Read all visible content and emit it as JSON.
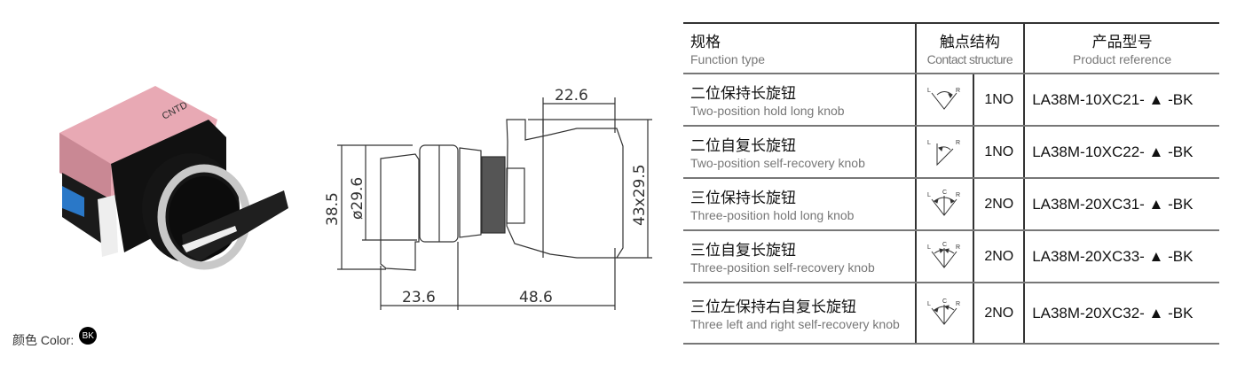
{
  "color": {
    "label": "颜色 Color:",
    "swatch": "BK",
    "swatch_color": "#000000"
  },
  "dimensions": {
    "d1": "22.6",
    "d2": "38.5",
    "d3": "ø29.6",
    "d4": "43x29.5",
    "d5": "23.6",
    "d6": "48.6"
  },
  "product_label": "CNTD",
  "table": {
    "headers": [
      {
        "cn": "规格",
        "en": "Function type"
      },
      {
        "cn": "触点结构",
        "en": "Contact structure"
      },
      {
        "cn": "产品型号",
        "en": "Product reference"
      }
    ],
    "rows": [
      {
        "cn": "二位保持长旋钮",
        "en": "Two-position hold long knob",
        "symbol": "two-position-hold",
        "contacts": "1NO",
        "ref": "LA38M-10XC21- ▲ -BK"
      },
      {
        "cn": "二位自复长旋钮",
        "en": "Two-position self-recovery knob",
        "symbol": "two-position-return",
        "contacts": "1NO",
        "ref": "LA38M-10XC22- ▲ -BK"
      },
      {
        "cn": "三位保持长旋钮",
        "en": "Three-position hold long knob",
        "symbol": "three-position-hold",
        "contacts": "2NO",
        "ref": "LA38M-20XC31- ▲ -BK"
      },
      {
        "cn": "三位自复长旋钮",
        "en": "Three-position self-recovery knob",
        "symbol": "three-position-return",
        "contacts": "2NO",
        "ref": "LA38M-20XC33- ▲ -BK"
      },
      {
        "cn": "三位左保持右自复长旋钮",
        "en": "Three left and right self-recovery knob",
        "symbol": "three-position-left-hold-right-return",
        "contacts": "2NO",
        "ref": "LA38M-20XC32- ▲ -BK"
      }
    ],
    "symbol_labels": {
      "l": "L",
      "c": "C",
      "r": "R"
    }
  }
}
